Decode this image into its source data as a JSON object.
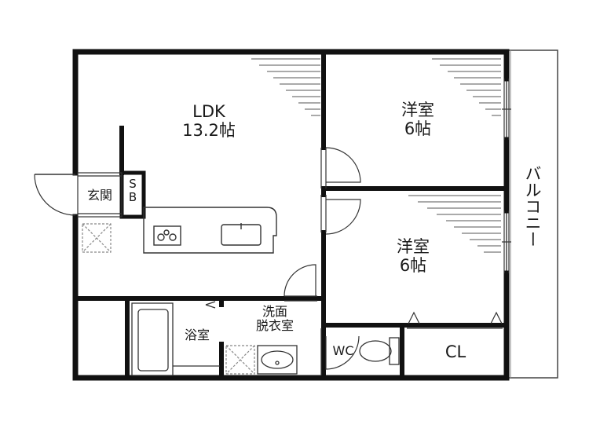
{
  "rooms": {
    "ldk": {
      "name": "LDK",
      "size": "13.2帖"
    },
    "bedroom_north": {
      "name": "洋室",
      "size": "6帖"
    },
    "bedroom_south": {
      "name": "洋室",
      "size": "6帖"
    },
    "entrance": "玄関",
    "shoe_box": {
      "line1": "S",
      "line2": "B"
    },
    "bath": "浴室",
    "washroom": {
      "line1": "洗面",
      "line2": "脱衣室"
    },
    "toilet": "WC",
    "closet": "CL",
    "balcony": "バルコニー"
  }
}
